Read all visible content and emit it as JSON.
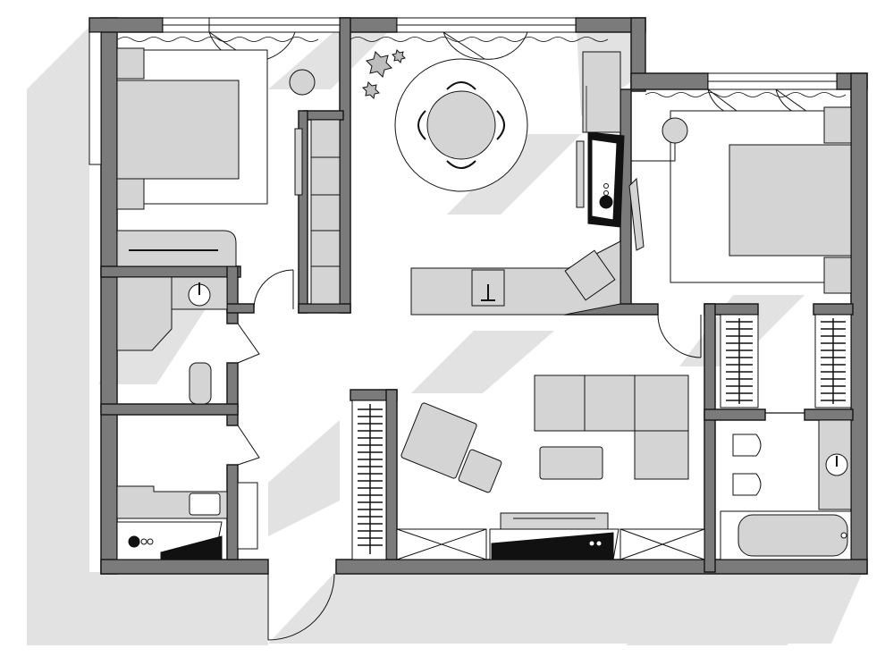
{
  "title": "",
  "colors": {
    "background": "#ffffff",
    "shadow": "#e2e2e2",
    "wall": "#7b7b7b",
    "wall_outline": "#1a1a1a",
    "furniture_fill": "#d4d4d4",
    "furniture_dark": "#bdbdbd",
    "line": "#111111",
    "glass": "#ffffff"
  },
  "rooms": [
    {
      "id": "bedroom-left",
      "label": ""
    },
    {
      "id": "living-kitchen",
      "label": ""
    },
    {
      "id": "bedroom-right",
      "label": ""
    },
    {
      "id": "bathroom-left",
      "label": ""
    },
    {
      "id": "laundry",
      "label": ""
    },
    {
      "id": "hallway",
      "label": ""
    },
    {
      "id": "bathroom-right",
      "label": ""
    }
  ],
  "icons": [
    "bed-icon",
    "dining-table-icon",
    "sofa-icon",
    "armchair-icon",
    "plant-icon",
    "lamp-icon",
    "sink-icon",
    "toilet-icon",
    "bathtub-icon",
    "radiator-icon",
    "tv-icon",
    "fireplace-icon",
    "washing-machine-icon",
    "wardrobe-icon",
    "door-icon",
    "window-icon"
  ]
}
